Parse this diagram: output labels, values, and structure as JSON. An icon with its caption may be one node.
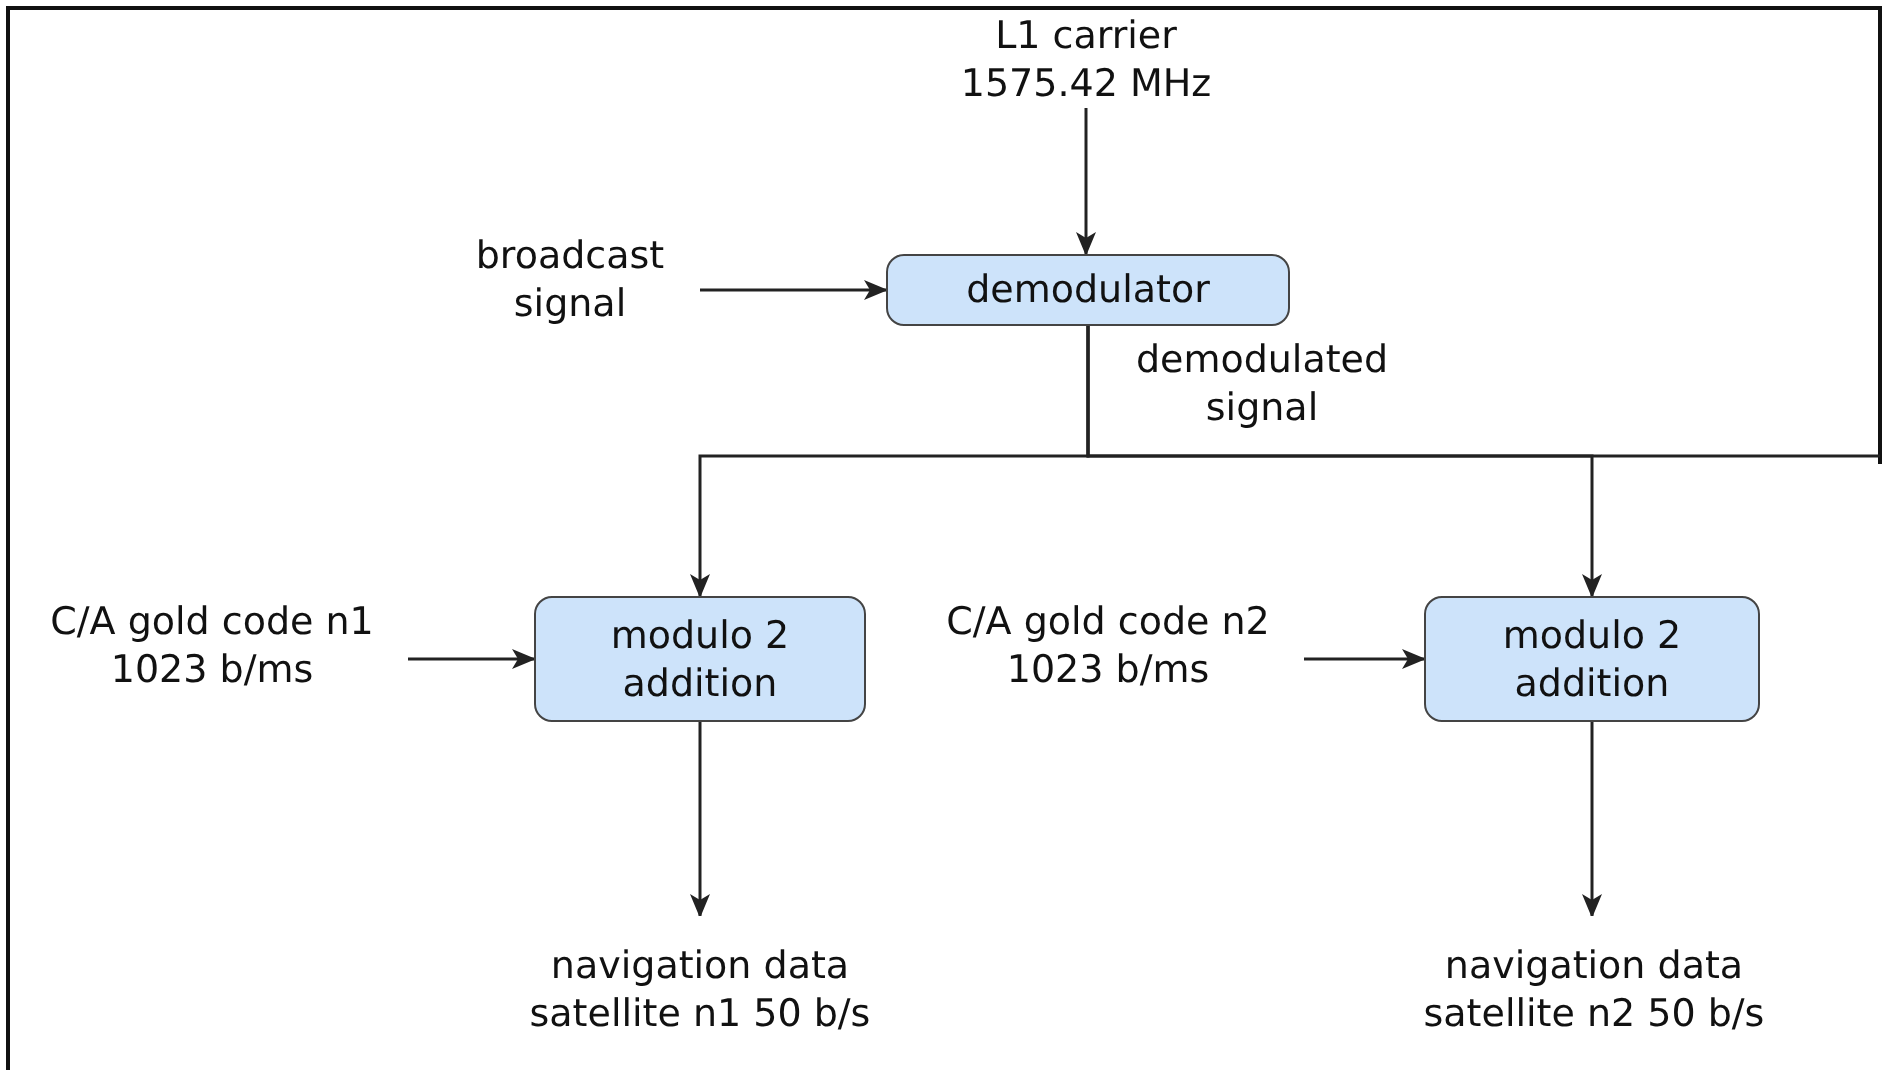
{
  "diagram": {
    "nodes": [
      {
        "text": [
          "L1 carrier 1575.42 MHz"
        ]
      },
      {
        "text": [
          "broadcast signal"
        ]
      },
      {
        "text": [
          "demodulator"
        ]
      },
      {
        "text": [
          "C/A gold code n1 1023 b/ms"
        ]
      },
      {
        "text": [
          "modulo 2 addition"
        ]
      },
      {
        "text": [
          "C/A gold code n2 1023 b/ms"
        ]
      },
      {
        "text": [
          "modulo 2 addition"
        ]
      },
      {
        "text": [
          "navigation data satellite n1 50 b/s"
        ]
      },
      {
        "text": [
          "navigation data satellite n2 50 b/s"
        ]
      }
    ],
    "edges": [
      {
        "from": 0,
        "to": 2,
        "arrow": "to"
      },
      {
        "from": 1,
        "to": 2,
        "arrow": "to"
      },
      {
        "from": 2,
        "to": 4,
        "arrow": "to"
      },
      {
        "from": 2,
        "to": 6,
        "arrow": "to"
      },
      {
        "from": 2,
        "to": null,
        "arrow": "none"
      },
      {
        "from": 3,
        "to": 4,
        "arrow": "to"
      },
      {
        "from": 4,
        "to": 7,
        "arrow": "to"
      },
      {
        "from": 5,
        "to": 6,
        "arrow": "to"
      },
      {
        "from": 6,
        "to": 8,
        "arrow": "to"
      }
    ],
    "labels": [
      "demodulated signal"
    ]
  }
}
